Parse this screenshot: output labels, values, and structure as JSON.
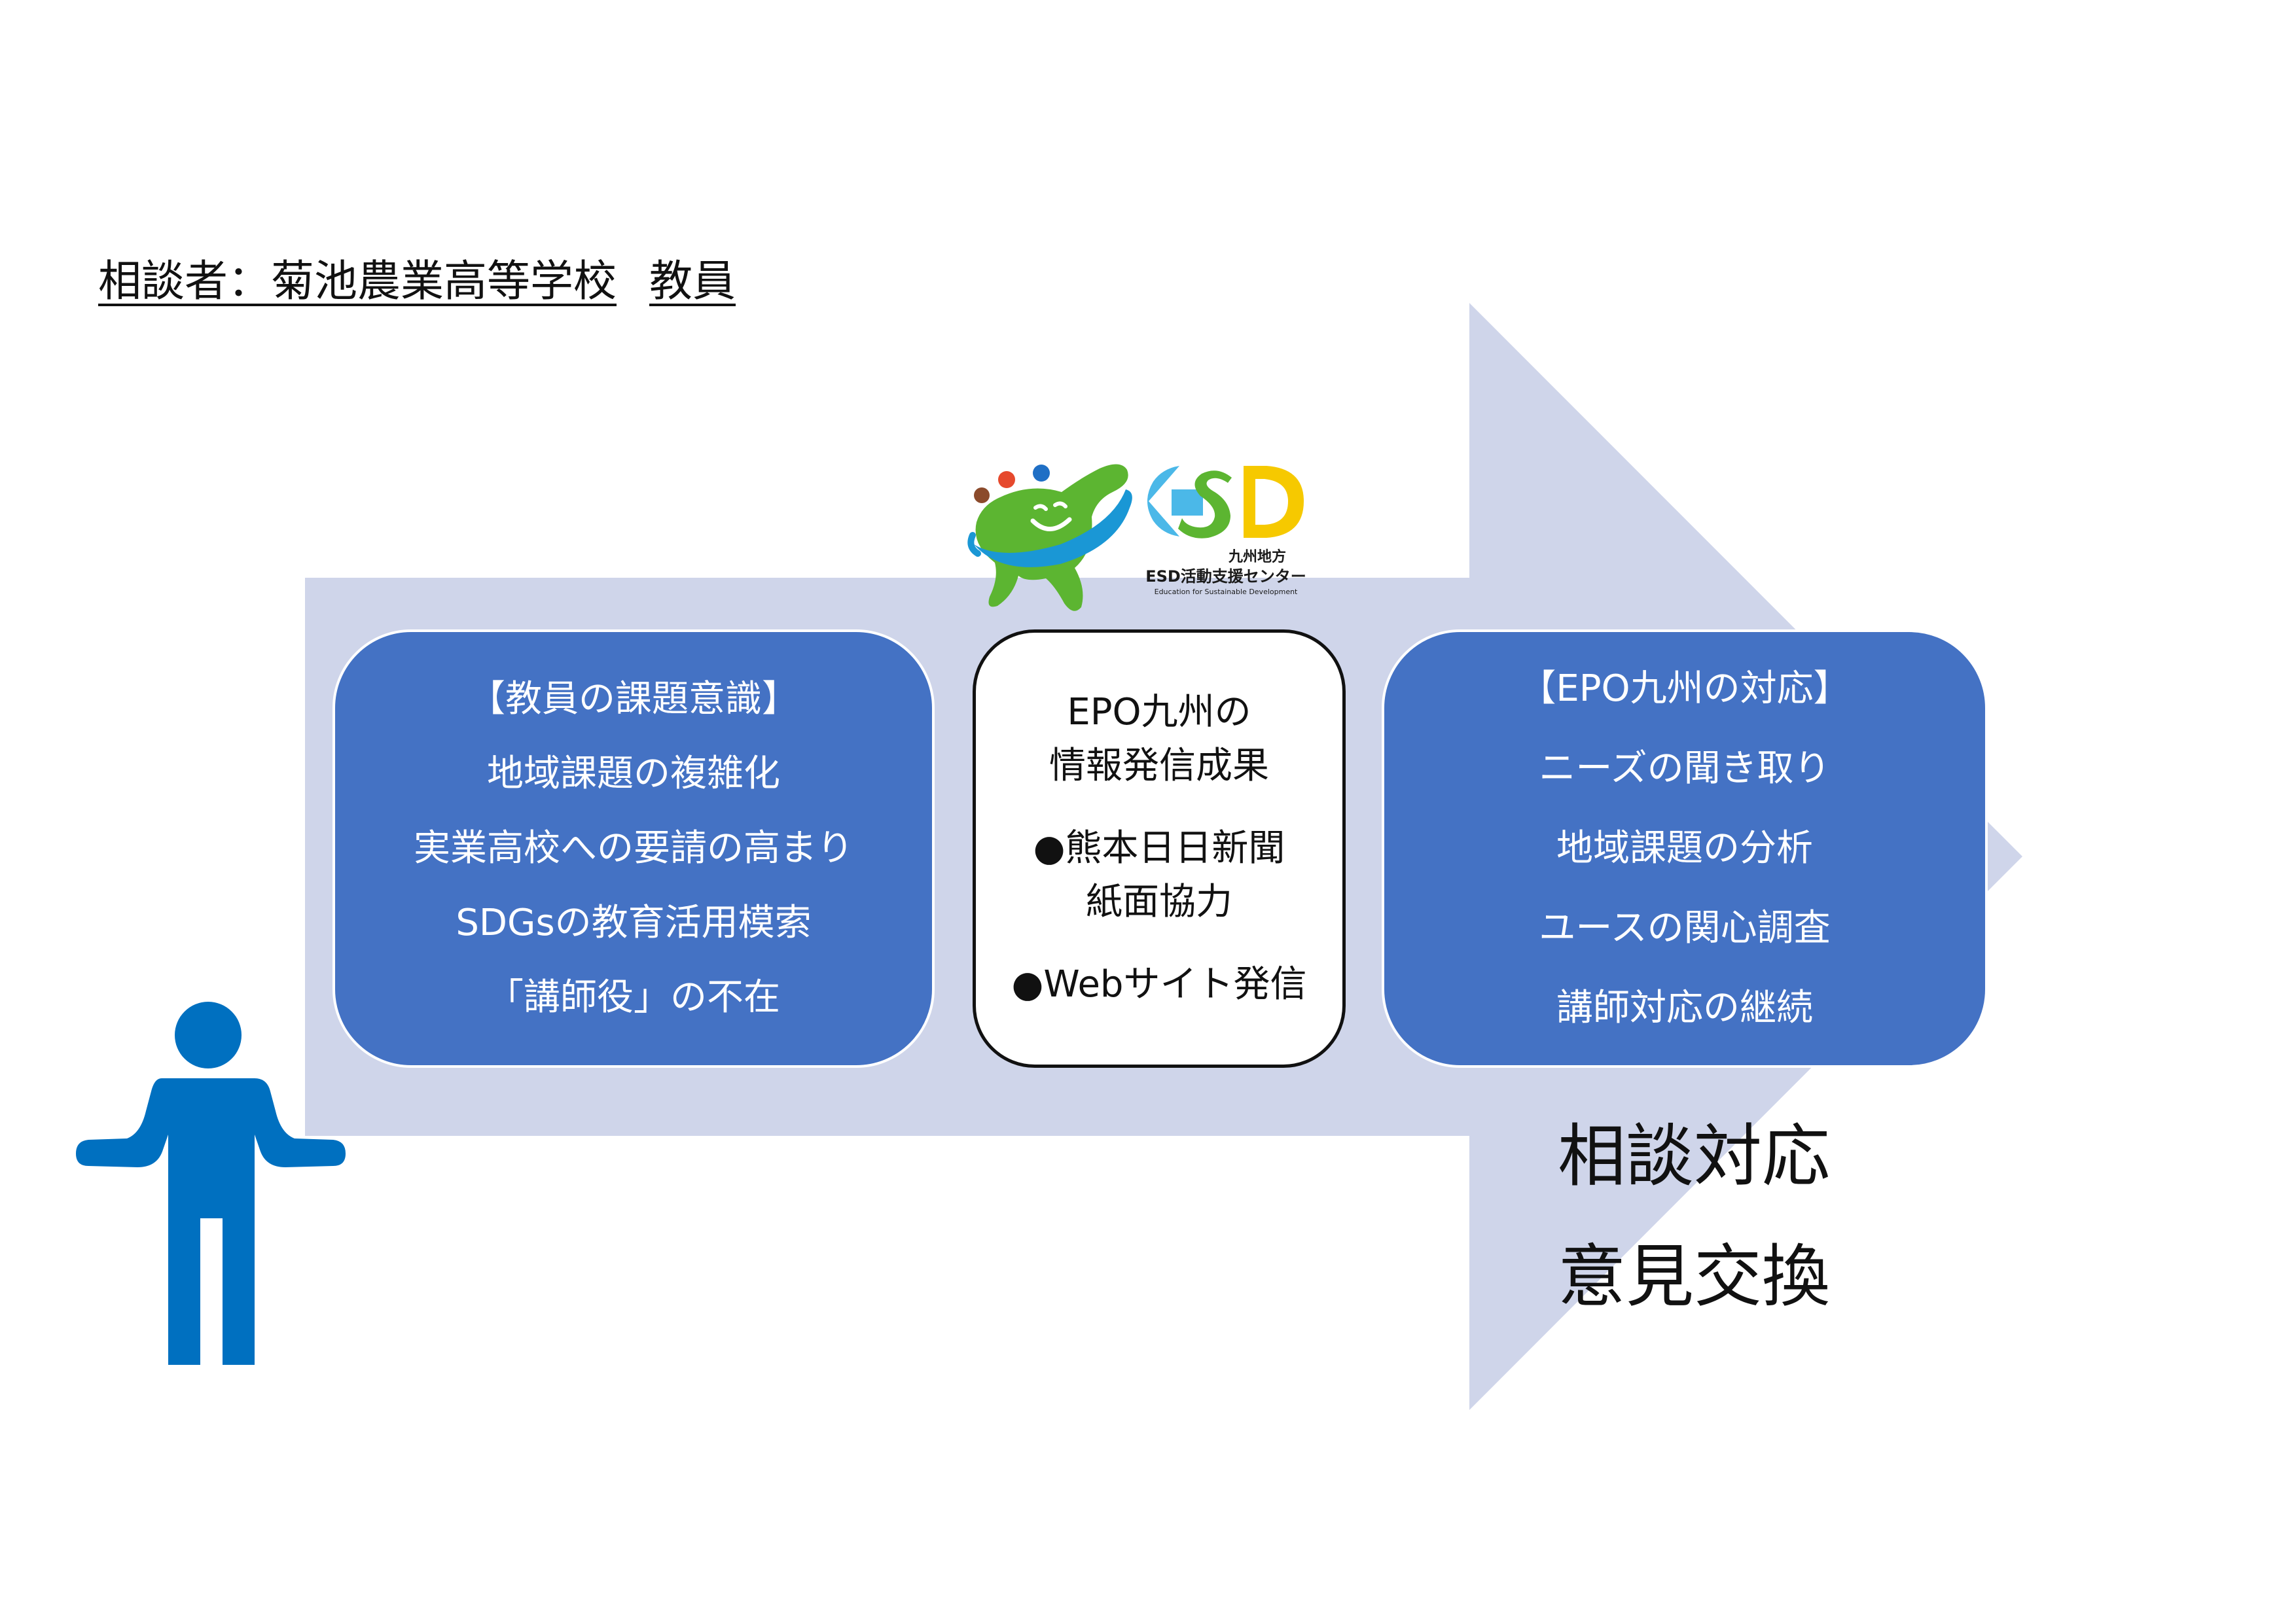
{
  "heading": {
    "label": "相談者：菊池農業高等学校",
    "role": "教員"
  },
  "left_box": {
    "title": "【教員の課題意識】",
    "items": [
      "地域課題の複雑化",
      "実業高校への要請の高まり",
      "SDGsの教育活用模索",
      "「講師役」の不在"
    ]
  },
  "center_box": {
    "title_lines": [
      "EPO九州の",
      "情報発信成果"
    ],
    "item1_lines": [
      "●熊本日日新聞",
      "紙面協力"
    ],
    "item2": "●Webサイト発信"
  },
  "right_box": {
    "title": "【EPO九州の対応】",
    "items": [
      "ニーズの聞き取り",
      "地域課題の分析",
      "ユースの関心調査",
      "講師対応の継続"
    ]
  },
  "action": {
    "line1": "相談対応",
    "line2": "意見交換"
  },
  "logo": {
    "region": "九州地方",
    "center_name": "ESD活動支援センター",
    "tagline": "Education for Sustainable Development"
  },
  "colors": {
    "arrow": "#cfd5ea",
    "box_blue": "#4472c4",
    "person": "#0070c0",
    "mascot_green": "#5cb531",
    "mascot_ring": "#1a97d5",
    "esd_blue": "#4bb8e8",
    "esd_green": "#5cb531",
    "esd_yellow": "#f6c900",
    "dot_brown": "#8b4a2b",
    "dot_red": "#e6492d",
    "dot_blue": "#1f6fc5"
  }
}
